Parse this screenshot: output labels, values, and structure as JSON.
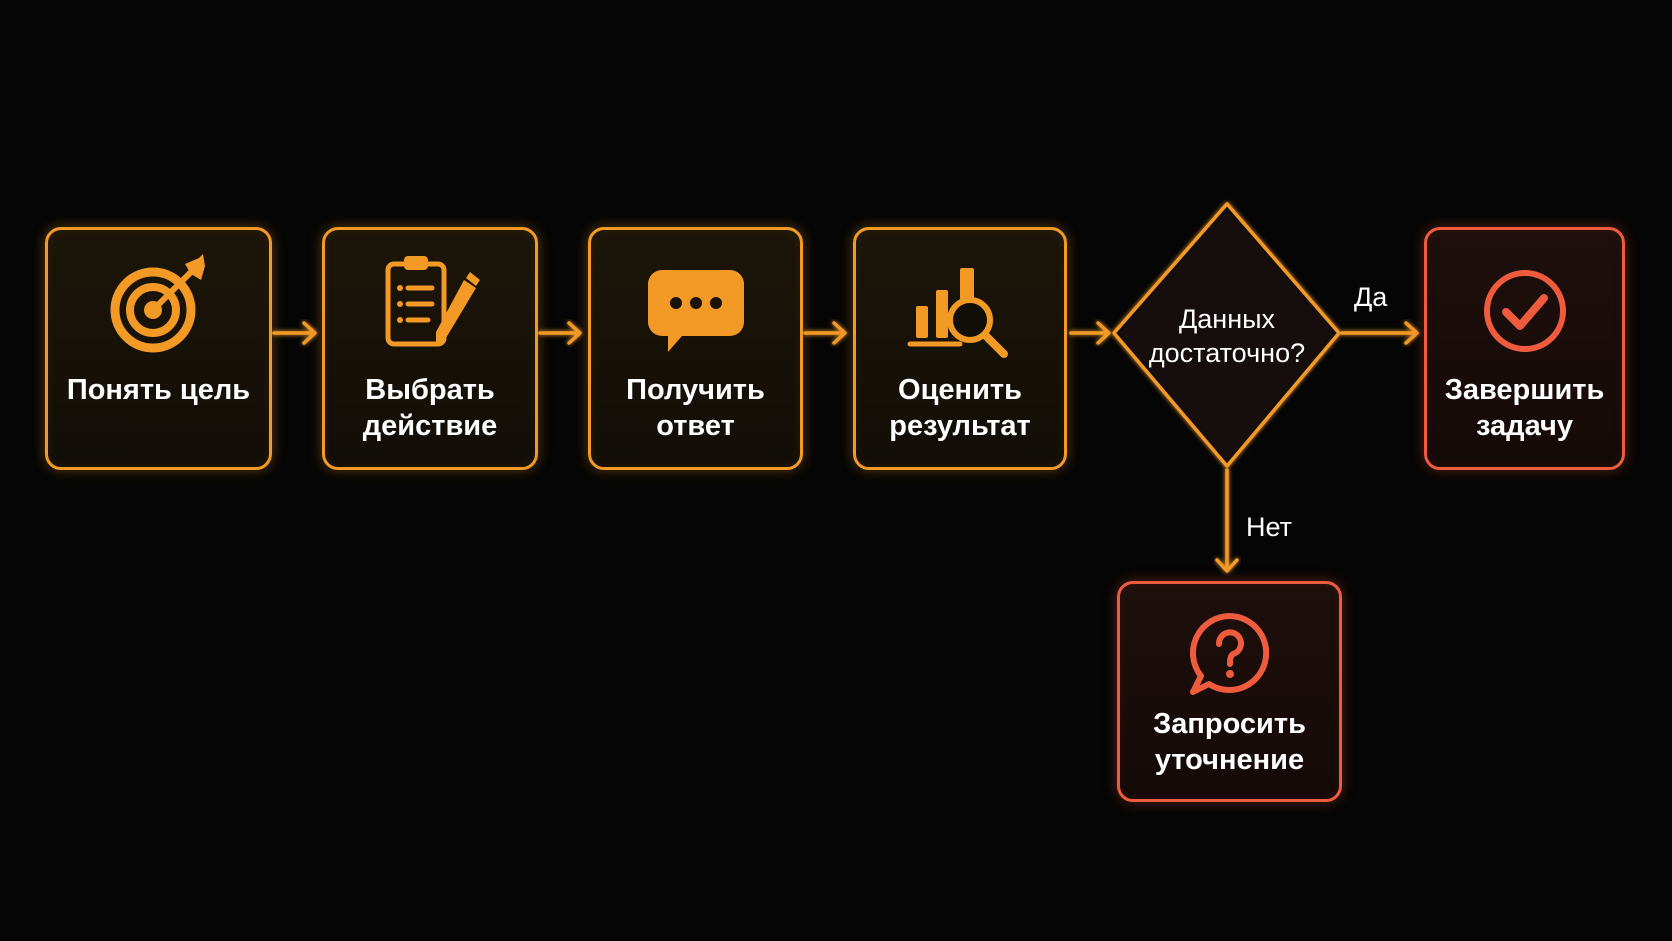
{
  "nodes": {
    "goal": {
      "label_lines": [
        "Понять цель"
      ],
      "icon": "target-icon"
    },
    "choose": {
      "label_lines": [
        "Выбрать",
        "действие"
      ],
      "icon": "clipboard-pencil-icon"
    },
    "receive": {
      "label_lines": [
        "Получить",
        "ответ"
      ],
      "icon": "chat-bubble-icon"
    },
    "evaluate": {
      "label_lines": [
        "Оценить",
        "результат"
      ],
      "icon": "chart-magnifier-icon"
    },
    "decision": {
      "label_lines": [
        "Данных",
        "достаточно?"
      ]
    },
    "finish": {
      "label_lines": [
        "Завершить",
        "задачу"
      ],
      "icon": "checkmark-circle-icon"
    },
    "clarify": {
      "label_lines": [
        "Запросить",
        "уточнение"
      ],
      "icon": "question-bubble-icon"
    }
  },
  "edges": {
    "yes_label": "Да",
    "no_label": "Нет"
  },
  "colors": {
    "background": "#050505",
    "accent_orange": "#f39a26",
    "accent_red": "#ef5b3d",
    "text": "#ffffff"
  }
}
